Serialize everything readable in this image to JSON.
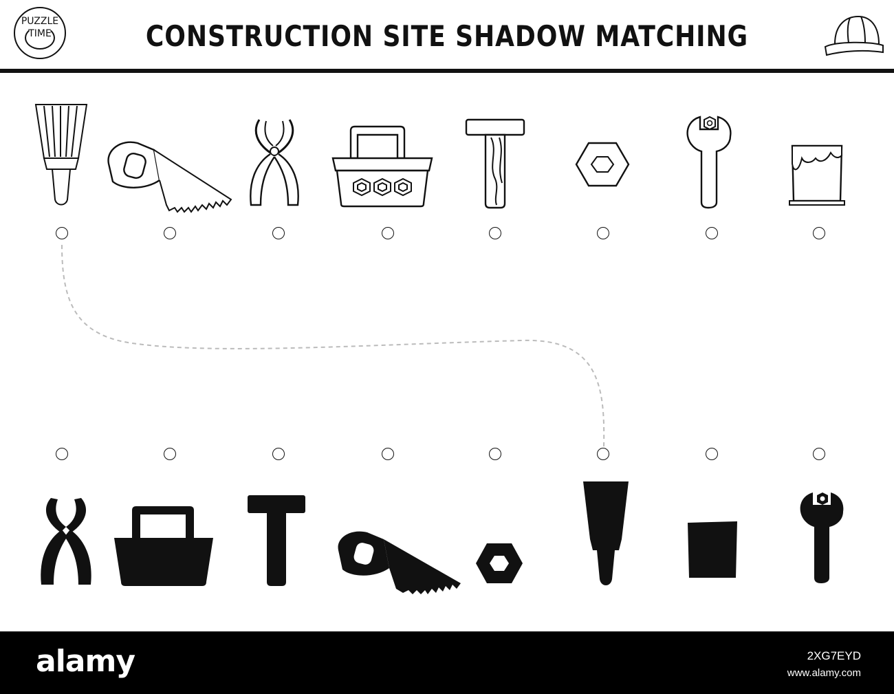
{
  "header": {
    "logo_line1": "PUZZLE",
    "logo_line2": "TIME",
    "title": "CONSTRUCTION SITE SHADOW MATCHING"
  },
  "top_row": [
    "paintbrush-icon",
    "hand-saw-icon",
    "pliers-icon",
    "toolbox-icon",
    "hammer-icon",
    "hex-nut-icon",
    "wrench-icon",
    "paint-can-icon"
  ],
  "bottom_row": [
    "pliers-silhouette-icon",
    "toolbox-silhouette-icon",
    "hammer-silhouette-icon",
    "hand-saw-silhouette-icon",
    "hex-nut-silhouette-icon",
    "paintbrush-silhouette-icon",
    "paint-can-silhouette-icon",
    "wrench-silhouette-icon"
  ],
  "example_match": {
    "from": "paintbrush-icon",
    "to": "paintbrush-silhouette-icon"
  },
  "footer": {
    "brand": "alamy",
    "image_id": "2XG7EYD",
    "url": "www.alamy.com"
  },
  "colors": {
    "ink": "#111111",
    "dash": "#bbbbbb",
    "footer_bg": "#000000"
  }
}
